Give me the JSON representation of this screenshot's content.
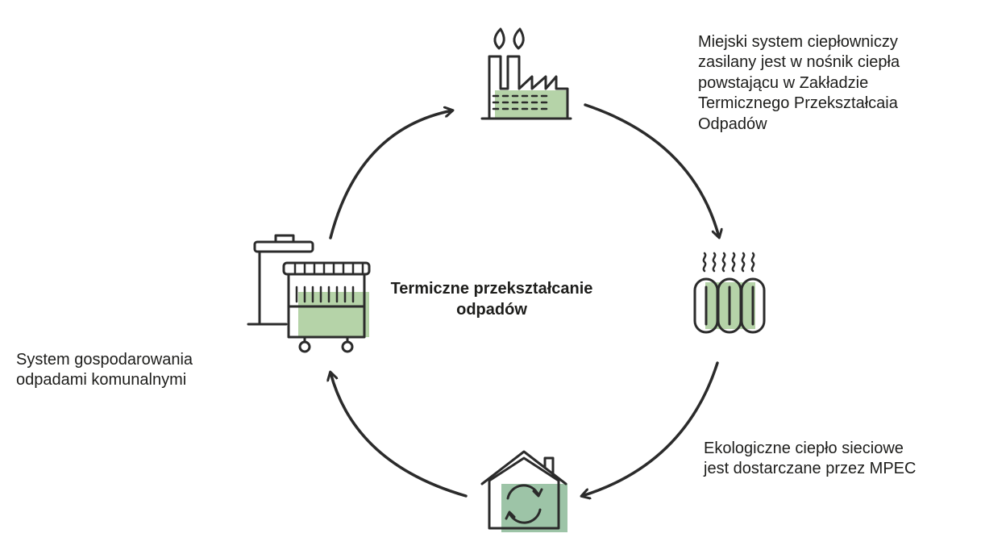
{
  "center_title": "Termiczne przekształcanie\nodpadów",
  "labels": {
    "plant": "Miejski system ciepłowniczy\nzasilany jest w nośnik ciepła\npowstającu w Zakładzie\nTermicznego Przekształcaia\nOdpadów",
    "home": "Ekologiczne ciepło sieciowe\njest dostarczane przez MPEC",
    "waste": "System gospodarowania\nodpadami komunalnymi"
  },
  "icons": [
    "factory-icon",
    "radiator-icon",
    "house-recycle-icon",
    "waste-bins-icon"
  ],
  "colors": {
    "stroke": "#2b2b2b",
    "accent_green": "#b5d3a8",
    "house_green": "#9dc4a7",
    "text": "#1d1d1b"
  }
}
